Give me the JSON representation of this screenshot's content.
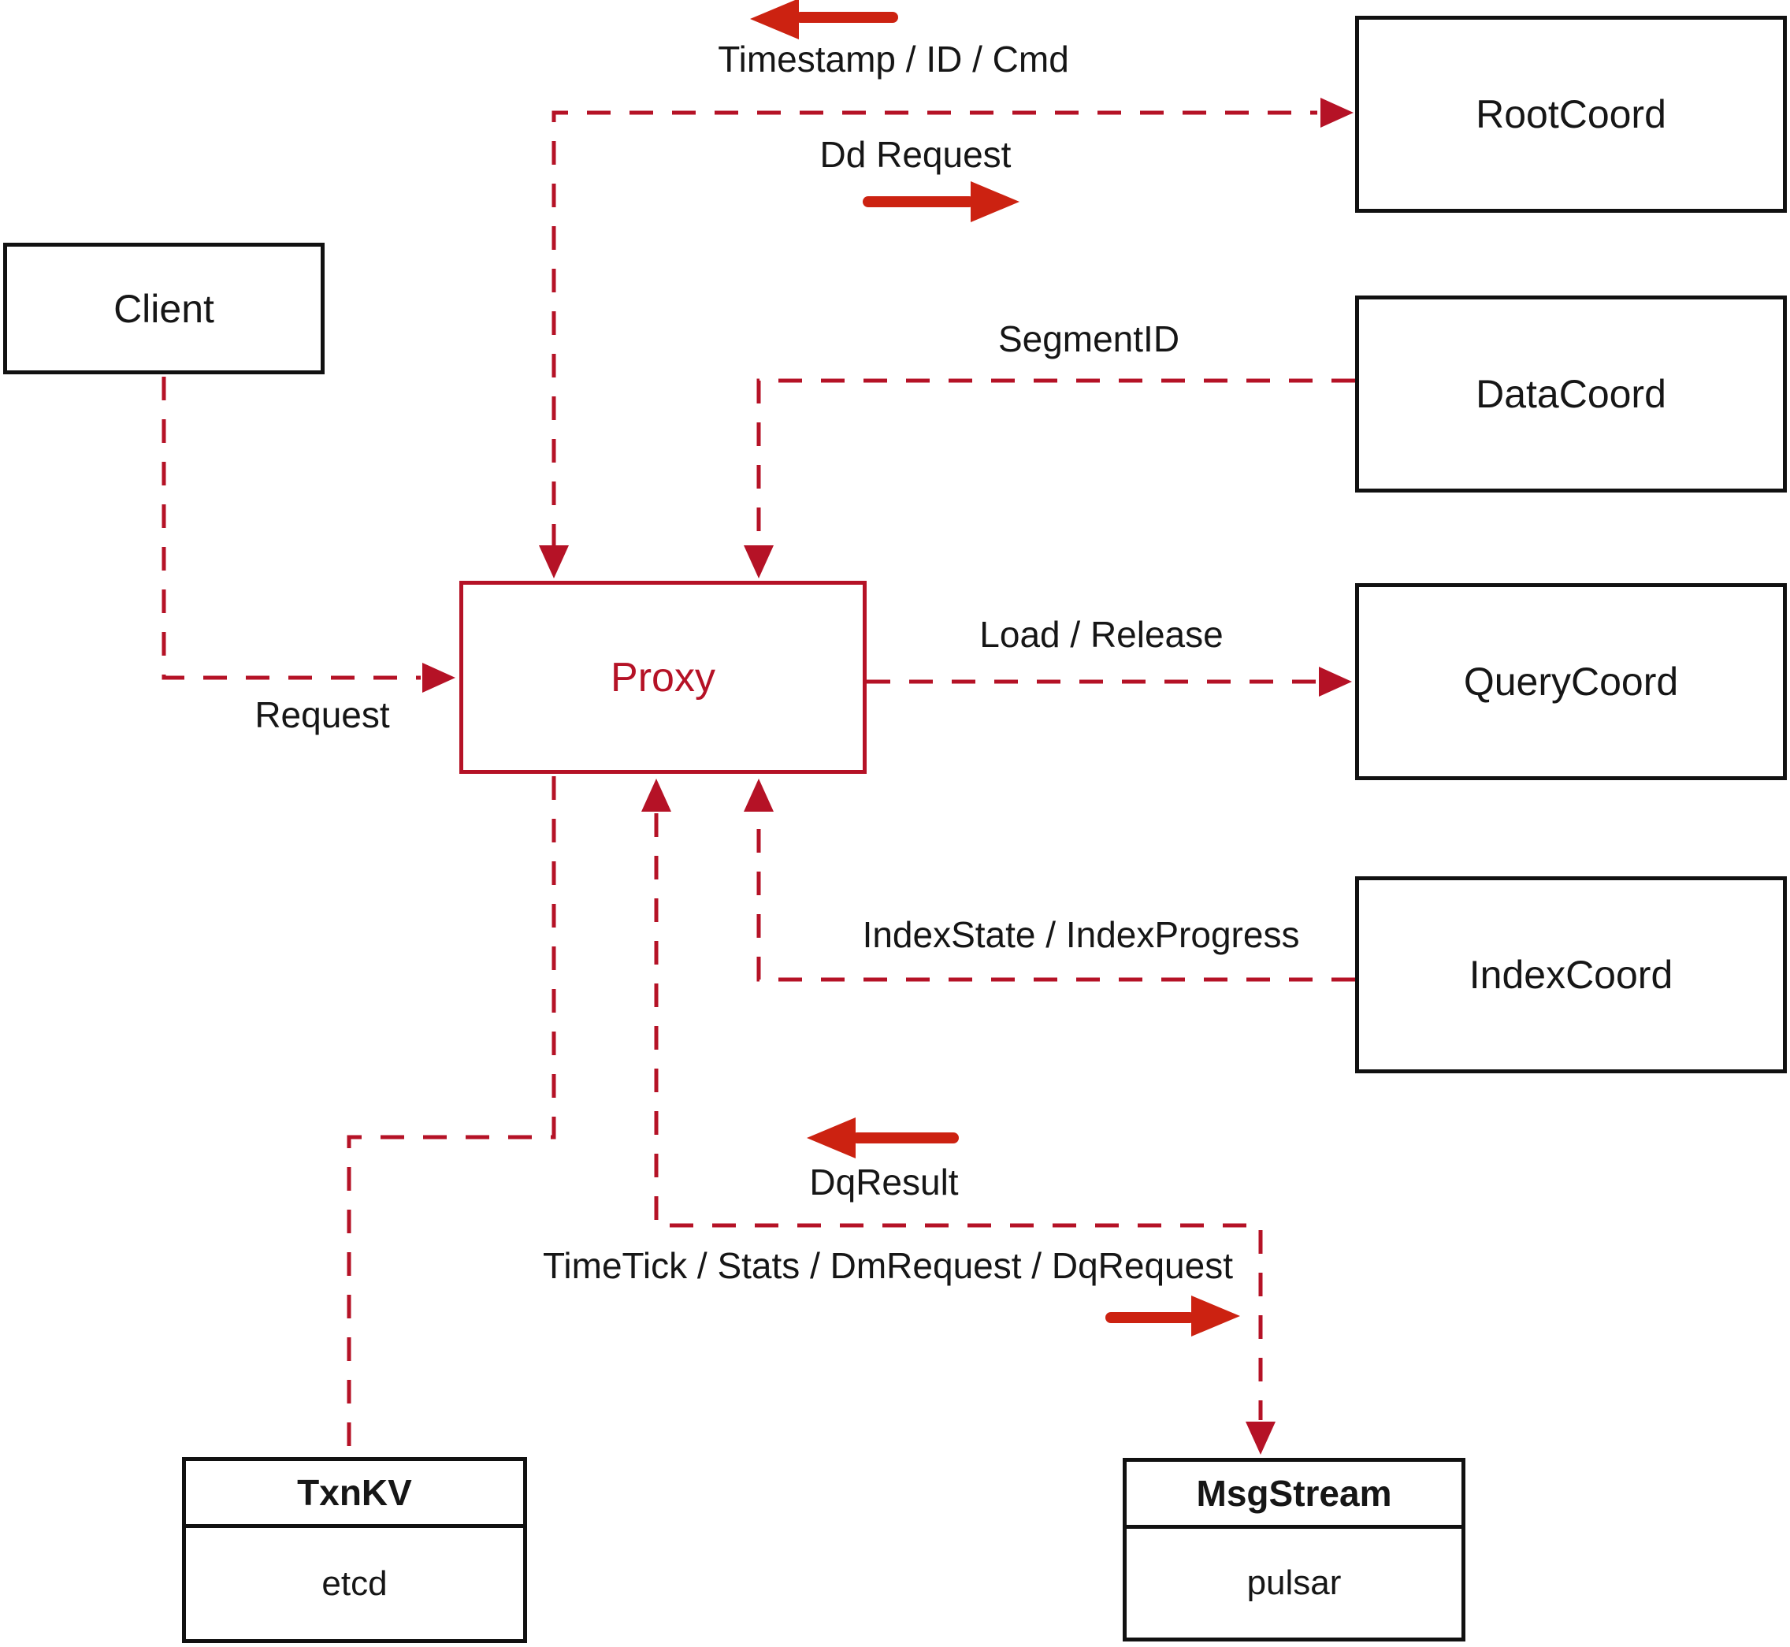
{
  "diagram": {
    "nodes": {
      "client": {
        "label": "Client"
      },
      "rootcoord": {
        "label": "RootCoord"
      },
      "datacoord": {
        "label": "DataCoord"
      },
      "querycoord": {
        "label": "QueryCoord"
      },
      "indexcoord": {
        "label": "IndexCoord"
      },
      "proxy": {
        "label": "Proxy"
      },
      "txnkv": {
        "title": "TxnKV",
        "subtitle": "etcd"
      },
      "msgstream": {
        "title": "MsgStream",
        "subtitle": "pulsar"
      }
    },
    "edge_labels": {
      "timestamp": "Timestamp / ID / Cmd",
      "dd_request": "Dd Request",
      "segment_id": "SegmentID",
      "request": "Request",
      "load_release": "Load / Release",
      "index_state": "IndexState / IndexProgress",
      "dq_result": "DqResult",
      "time_tick": "TimeTick / Stats / DmRequest / DqRequest"
    },
    "colors": {
      "line_red": "#b51226",
      "arrow_red": "#cc2211",
      "box_black": "#111111",
      "background": "#ffffff"
    }
  }
}
